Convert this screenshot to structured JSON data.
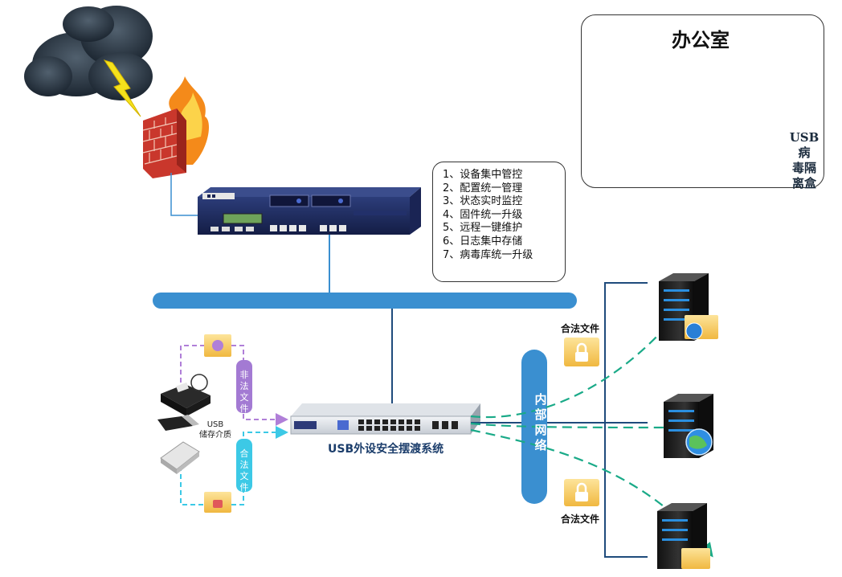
{
  "office": {
    "title": "办公室",
    "intranet_label": "内部网络",
    "usb_isolation_lines": [
      "USB病",
      "毒隔",
      "离盒"
    ]
  },
  "features": [
    "1、设备集中管控",
    "2、配置统一管理",
    "3、状态实时监控",
    "4、固件统一升级",
    "5、远程一键维护",
    "6、日志集中存储",
    "7、病毒库统一升级"
  ],
  "ferry_system_label": "USB外设安全摆渡系统",
  "internal_network_vertical": [
    "内",
    "部",
    "网",
    "络"
  ],
  "legal_file_label_top": "合法文件",
  "legal_file_label_bottom": "合法文件",
  "usb_media_lines": [
    "USB",
    "储存介质"
  ],
  "illegal_file_tag": [
    "非",
    "法",
    "文",
    "件"
  ],
  "legal_file_tag": [
    "合",
    "法",
    "文",
    "件"
  ],
  "icons": {
    "cloud": "storm-cloud-icon",
    "firewall": "firewall-icon",
    "server": "server-tower-icon",
    "folder_lock": "locked-folder-icon",
    "globe": "globe-icon"
  },
  "colors": {
    "network_blue": "#3a8fd0",
    "dashed_teal": "#1aaa88",
    "illegal_purple": "#b07fd8",
    "legal_cyan": "#3cc9e6"
  }
}
